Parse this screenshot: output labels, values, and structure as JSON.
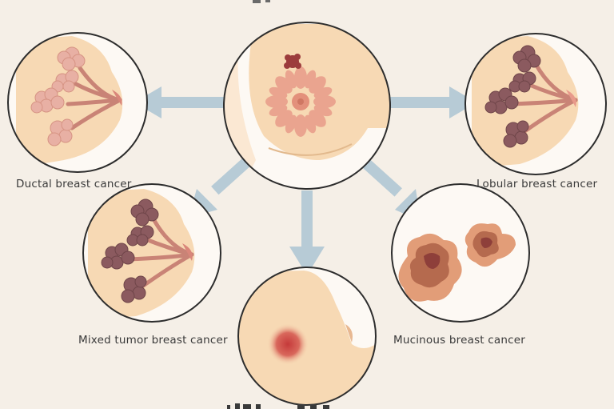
{
  "labels": {
    "ductal": "Ductal breast cancer",
    "lobular": "Lobular breast cancer",
    "mixed": "Mixed tumor breast cancer",
    "mucinous": "Mucinous breast cancer"
  },
  "colors": {
    "background": "#f5efe7",
    "skin": "#f7d9b4",
    "skin_shade": "#efc89d",
    "circle_border": "#2d2d2d",
    "arrow": "#b7cbd6",
    "lobule_healthy": "#e8b0a4",
    "lobule_diseased": "#8b5a5f",
    "duct": "#c98376",
    "tumor": "#b56a4e"
  }
}
